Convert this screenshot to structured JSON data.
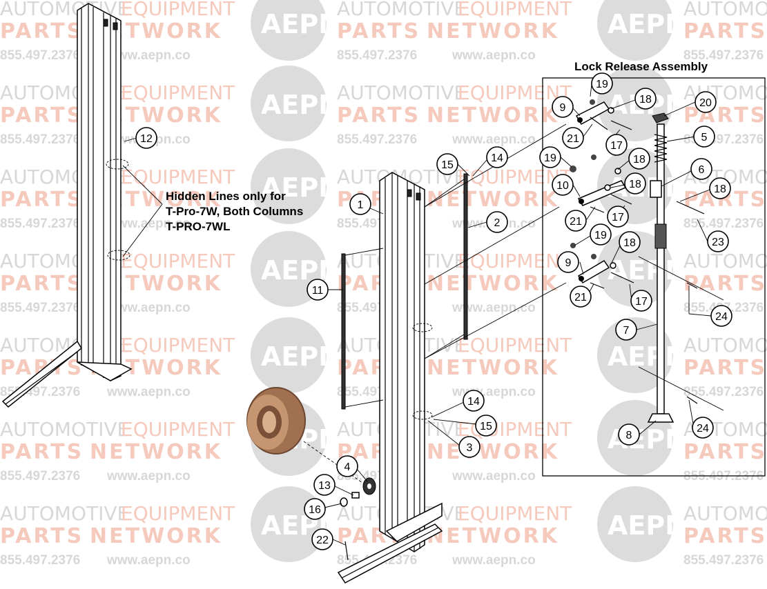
{
  "watermark": {
    "line1_a": "AUTOMOTIVE",
    "line1_b": "EQUIPMENT",
    "line2_a": "PARTS",
    "line2_b": "NETWORK",
    "phone": "855.497.2376",
    "url": "www.aepn.co",
    "logo": "AEPN",
    "colors": {
      "gray": "#d7d7d7",
      "salmon": "#f6c9bd",
      "logo_circle": "#dcdcdc"
    }
  },
  "annotations": {
    "lock_release_title": "Lock Release Assembly",
    "hidden_lines_1": "Hidden Lines only for",
    "hidden_lines_2": "T-Pro-7W, Both Columns",
    "hidden_lines_3": "T-PRO-7WL"
  },
  "callouts": {
    "c12": "12",
    "c1": "1",
    "c15a": "15",
    "c14a": "14",
    "c2": "2",
    "c11": "11",
    "c14b": "14",
    "c15b": "15",
    "c3": "3",
    "c4": "4",
    "c13": "13",
    "c16": "16",
    "c22": "22",
    "c19a": "19",
    "c18a": "18",
    "c9a": "9",
    "c20": "20",
    "c21a": "21",
    "c17a": "17",
    "c5": "5",
    "c19b": "19",
    "c18b": "18",
    "c10": "10",
    "c18c": "18",
    "c6": "6",
    "c18d": "18",
    "c21b": "21",
    "c17b": "17",
    "c23": "23",
    "c19c": "19",
    "c18e": "18",
    "c9b": "9",
    "c21c": "21",
    "c17c": "17",
    "c24a": "24",
    "c7": "7",
    "c8": "8",
    "c24b": "24"
  }
}
